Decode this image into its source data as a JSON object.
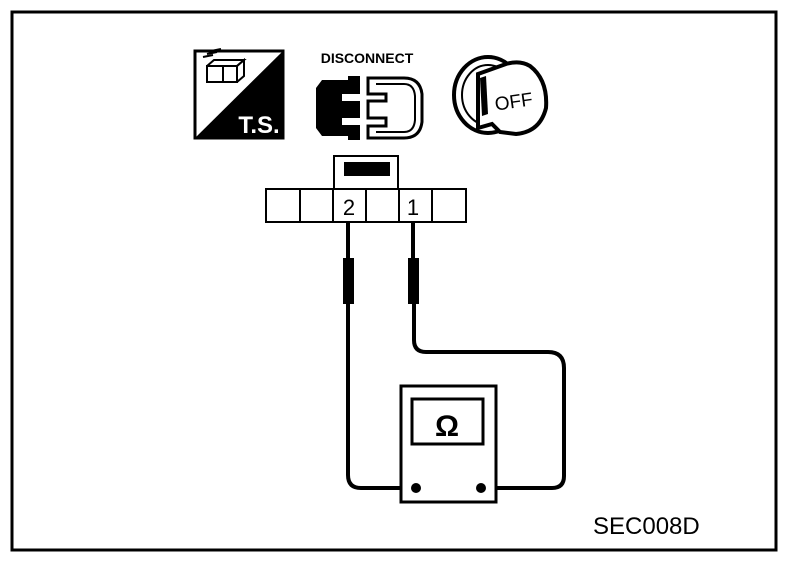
{
  "icons": {
    "ts_label": "T.S.",
    "disconnect_label": "DISCONNECT",
    "ignition_label": "OFF"
  },
  "connector": {
    "pin_left_label": "2",
    "pin_right_label": "1"
  },
  "meter": {
    "symbol": "Ω"
  },
  "figure_code": "SEC008D",
  "colors": {
    "line": "#000000",
    "background": "#ffffff"
  }
}
